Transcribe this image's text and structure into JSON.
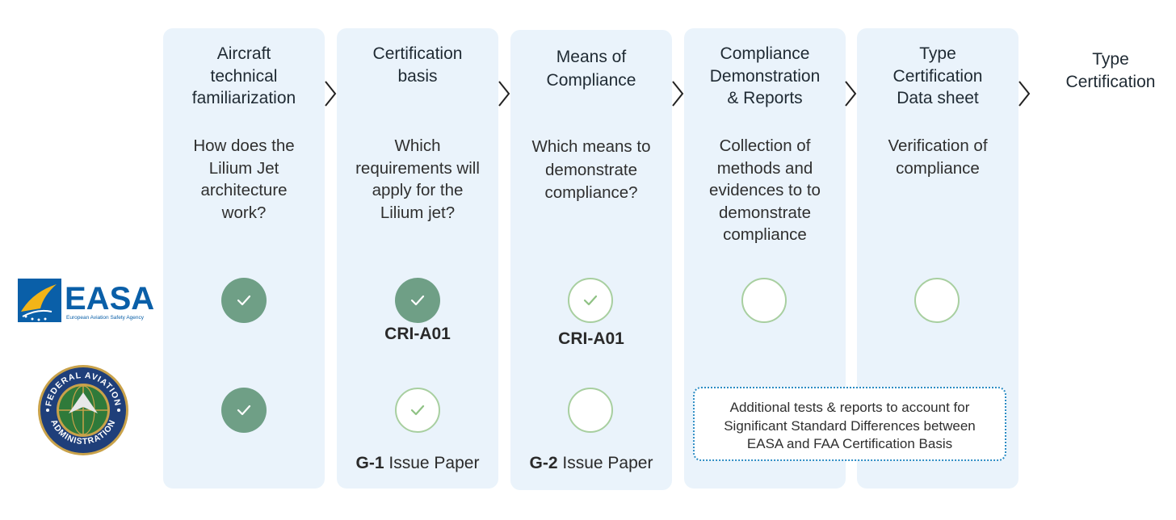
{
  "steps": [
    {
      "title": "Aircraft\ntechnical\nfamiliarization",
      "description": "How does the\nLilium Jet\narchitecture\nwork?"
    },
    {
      "title": "Certification\nbasis",
      "description": "Which\nrequirements will\napply for the\nLilium jet?"
    },
    {
      "title": "Means of\nCompliance",
      "description": "Which means to\ndemonstrate\ncompliance?"
    },
    {
      "title": "Compliance\nDemonstration\n& Reports",
      "description": "Collection of\nmethods and\nevidences to to\ndemonstrate\ncompliance"
    },
    {
      "title": "Type\nCertification\nData sheet",
      "description": "Verification of\ncompliance"
    }
  ],
  "final_step": {
    "title": "Type\nCertification"
  },
  "authorities": {
    "easa": {
      "logo_text": "EASA",
      "logo_subtext": "European Aviation Safety Agency",
      "statuses": [
        "done",
        "done",
        "partial",
        "open",
        "open"
      ],
      "refs": {
        "certification_basis": "CRI-A01",
        "means_of_compliance": "CRI-A01"
      }
    },
    "faa": {
      "logo_text_top": "FEDERAL AVIATION",
      "logo_text_bottom": "ADMINISTRATION",
      "statuses": [
        "done",
        "partial",
        "open"
      ],
      "refs": {
        "certification_basis": {
          "code": "G-1",
          "label": " Issue Paper"
        },
        "means_of_compliance": {
          "code": "G-2",
          "label": " Issue Paper"
        }
      }
    }
  },
  "note": "Additional tests & reports to account for\nSignificant Standard Differences between\nEASA and FAA Certification Basis",
  "colors": {
    "column_bg": "#eaf3fb",
    "done_fill": "#6f9f86",
    "partial_border": "#a8cfa0",
    "note_border": "#2b8cc4",
    "easa_blue": "#0a5fa8",
    "easa_gold": "#f2b418",
    "faa_navy": "#1f3f7a"
  },
  "icons": {
    "check": "check-icon",
    "arrow": "chevron-right-icon"
  }
}
